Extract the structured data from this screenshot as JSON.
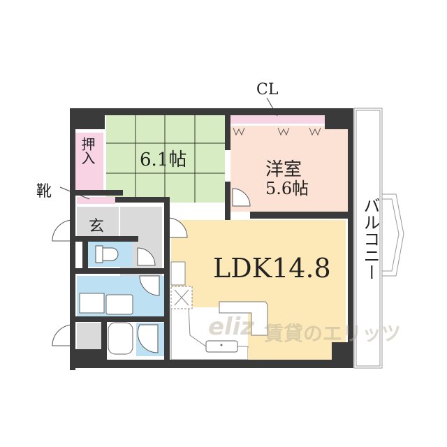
{
  "floorplan": {
    "rooms": {
      "washitsu": {
        "label": "6.1帖",
        "size_jo": 6.1,
        "color": "#d8ecc4"
      },
      "yoshitsu": {
        "label_name": "洋室",
        "label_size": "5.6帖",
        "size_jo": 5.6,
        "color": "#fbe2d4"
      },
      "ldk": {
        "label": "LDK14.8",
        "size_jo": 14.8,
        "color": "#fde9b8"
      },
      "oshiire": {
        "label": "押入",
        "color": "#f7d3e4"
      },
      "genkan": {
        "label": "玄",
        "color": "#dadada"
      },
      "toilet": {
        "color": "#bde1f2"
      },
      "washroom": {
        "color": "#bde1f2"
      },
      "bath": {
        "color": "#bde1f2"
      }
    },
    "annotations": {
      "closet": "CL",
      "shoe_box": "靴",
      "balcony": "バルコニー"
    },
    "watermark": {
      "logo": "eliz",
      "text": "賃貸のエリッツ"
    },
    "colors": {
      "wall": "#3a3a3a",
      "closet": "#f7d3e4",
      "floor_gray": "#dadada"
    }
  }
}
